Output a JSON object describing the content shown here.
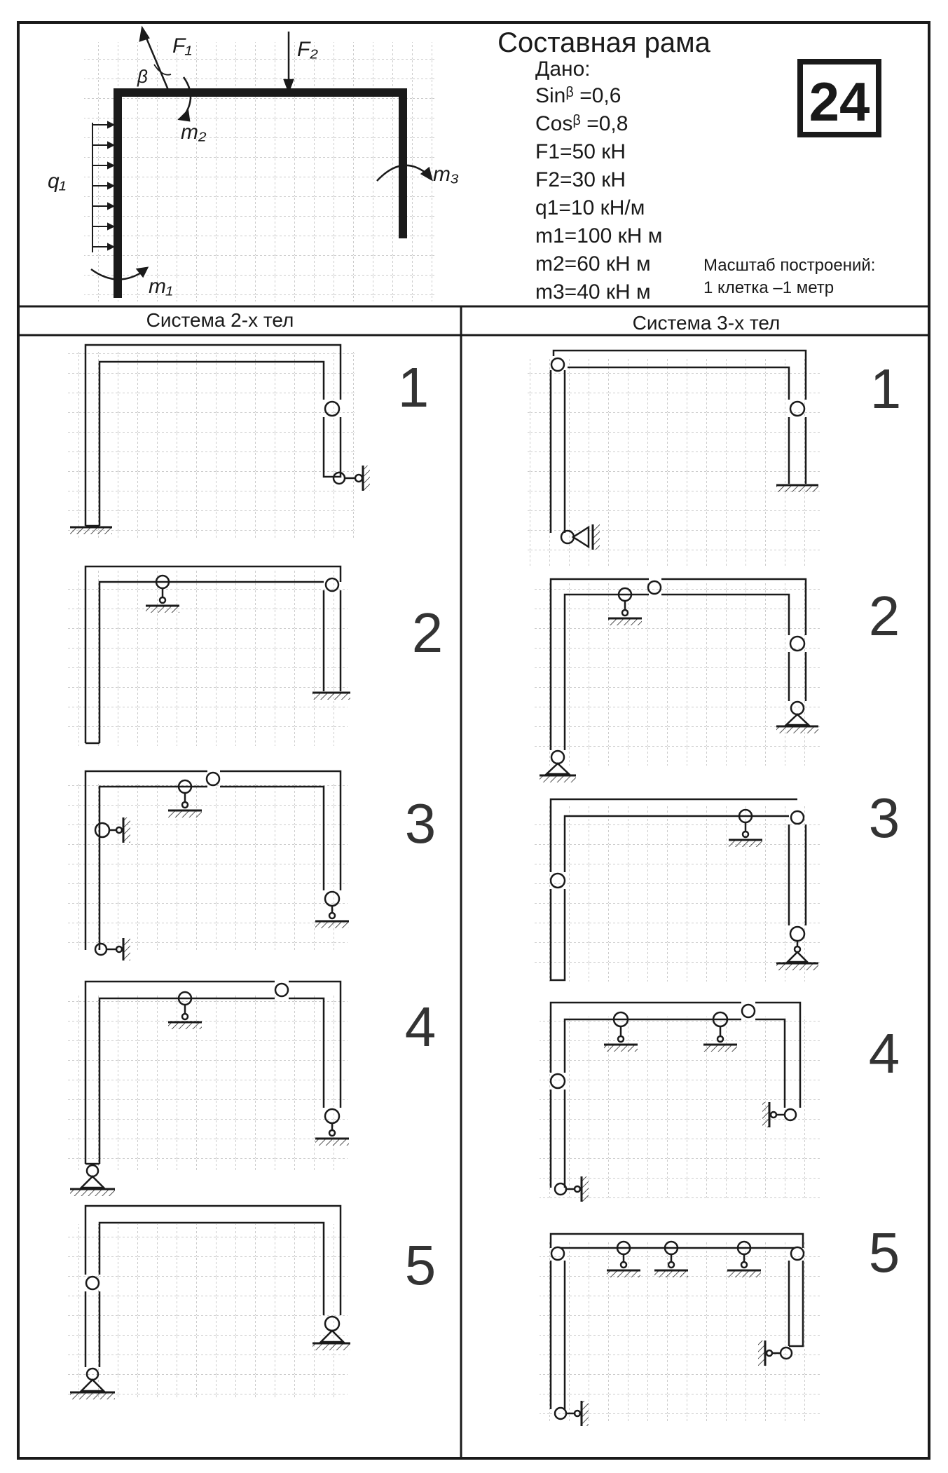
{
  "header": {
    "title": "Составная рама",
    "variant": "24",
    "given_label": "Дано:",
    "given": [
      {
        "lbl": "Sin",
        "sym": "β",
        "val": " =0,6"
      },
      {
        "lbl": "Cos",
        "sym": "β",
        "val": " =0,8"
      },
      {
        "lbl": "F1=50 кН",
        "sym": "",
        "val": ""
      },
      {
        "lbl": "F2=30 кН",
        "sym": "",
        "val": ""
      },
      {
        "lbl": "q1=10 кН/м",
        "sym": "",
        "val": ""
      },
      {
        "lbl": "m1=100 кН м",
        "sym": "",
        "val": ""
      },
      {
        "lbl": "m2=60 кН м",
        "sym": "",
        "val": ""
      },
      {
        "lbl": "m3=40 кН м",
        "sym": "",
        "val": ""
      }
    ],
    "scale_line1": "Масштаб построений:",
    "scale_line2": "1 клетка –1 метр"
  },
  "load_labels": {
    "F1": "F₁",
    "F2": "F₂",
    "beta": "β",
    "m1": "m₁",
    "m2": "m₂",
    "m3": "m₃",
    "q1": "q₁"
  },
  "columns": {
    "left_title": "Система 2-х тел",
    "right_title": "Система 3-х тел"
  },
  "variants_left": [
    "1",
    "2",
    "3",
    "4",
    "5"
  ],
  "variants_right": [
    "1",
    "2",
    "3",
    "4",
    "5"
  ],
  "colors": {
    "ink": "#1a1a1a",
    "grid": "#9a9a9a",
    "paper": "#ffffff"
  }
}
